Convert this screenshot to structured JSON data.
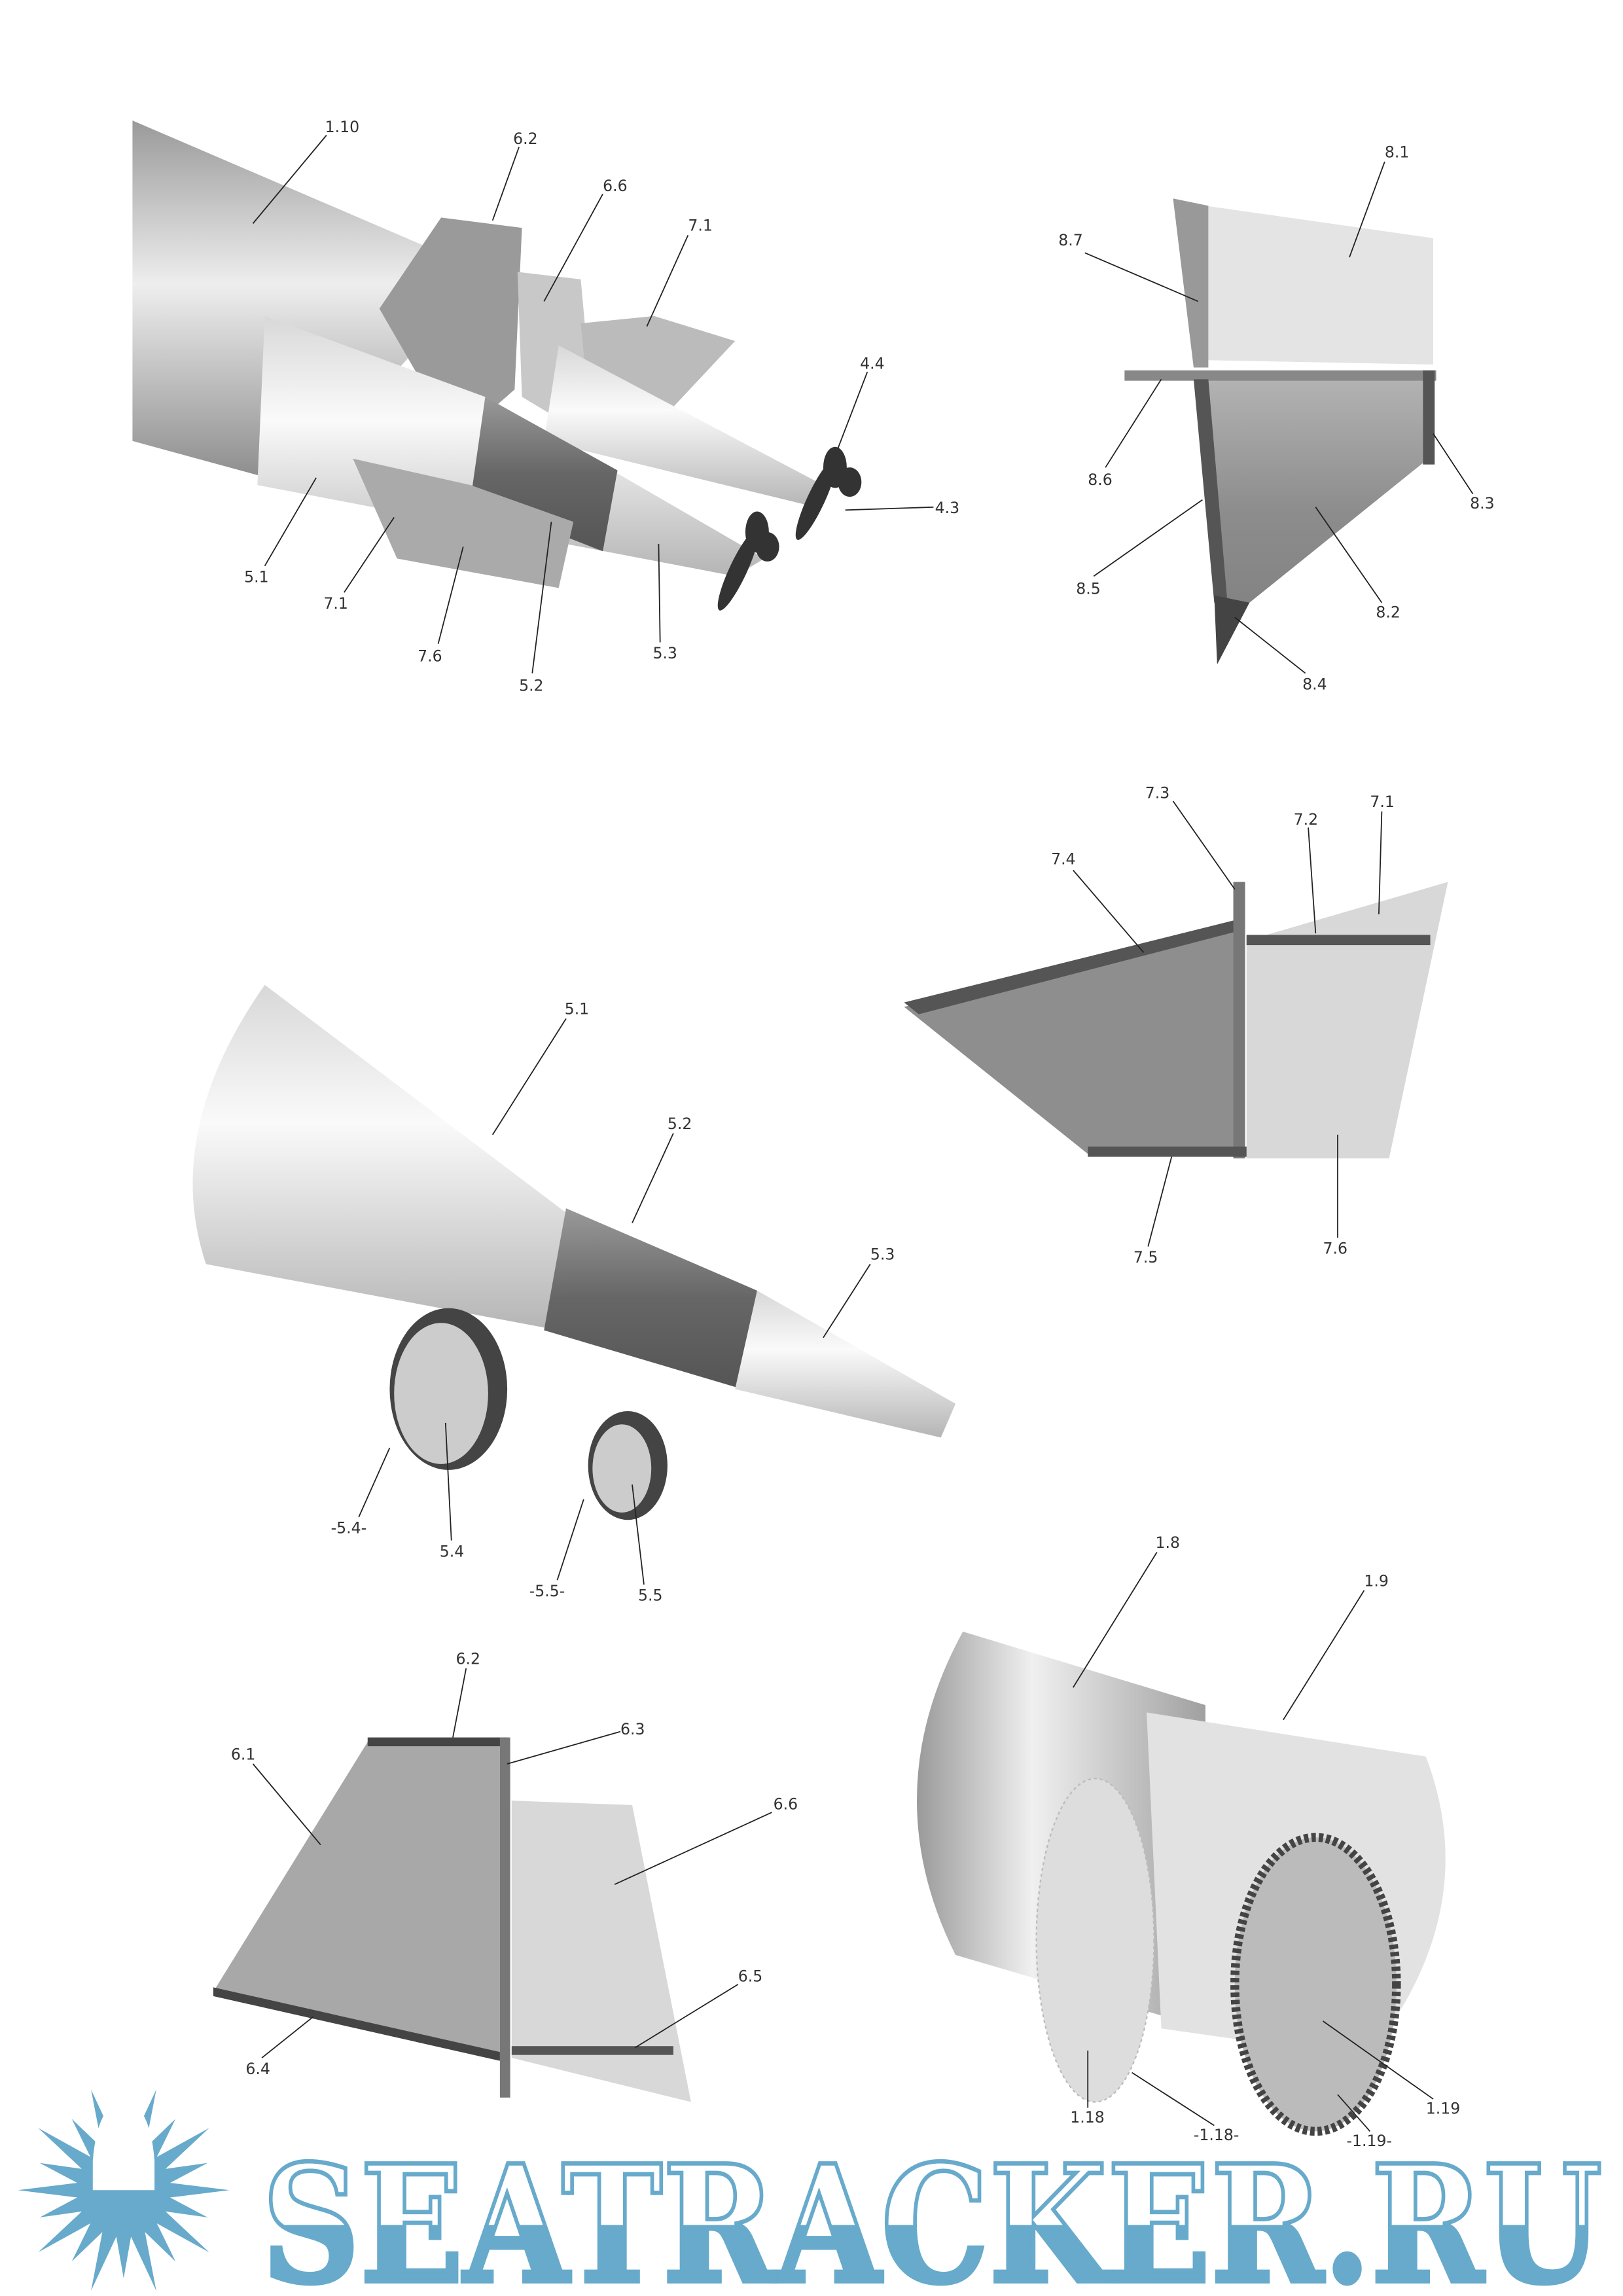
{
  "figure_top_left": {
    "labels": [
      "1.10",
      "6.2",
      "6.6",
      "7.1",
      "4.4",
      "4.3",
      "5.1",
      "7.1",
      "7.6",
      "5.2",
      "5.3"
    ]
  },
  "figure_top_right": {
    "labels": [
      "8.1",
      "8.7",
      "8.6",
      "8.3",
      "8.5",
      "8.2",
      "8.4"
    ]
  },
  "figure_mid_right": {
    "labels": [
      "7.3",
      "7.2",
      "7.1",
      "7.4",
      "7.5",
      "7.6"
    ]
  },
  "figure_mid_left": {
    "labels": [
      "5.1",
      "5.2",
      "5.3",
      "-5.4-",
      "5.4",
      "-5.5-",
      "5.5"
    ]
  },
  "figure_bottom_right": {
    "labels": [
      "1.8",
      "1.9",
      "1.18",
      "-1.18-",
      "-1.19-",
      "1.19"
    ]
  },
  "figure_bottom_left": {
    "labels": [
      "6.2",
      "6.3",
      "6.1",
      "6.6",
      "6.5",
      "6.4"
    ]
  },
  "watermark": {
    "text": "SEATRACKER.RU",
    "color": "#67aacb"
  }
}
